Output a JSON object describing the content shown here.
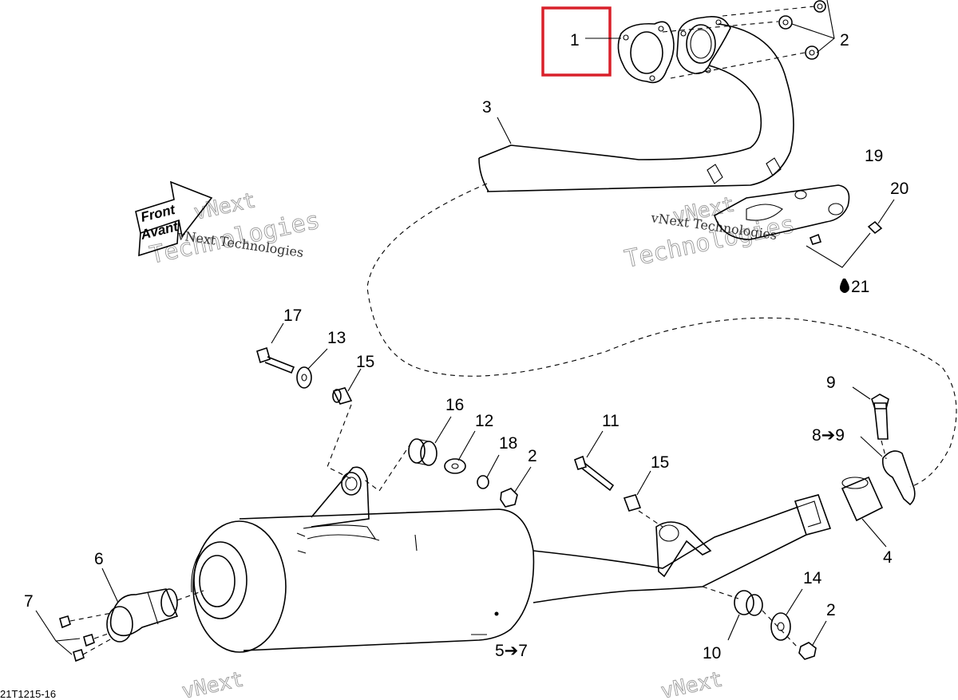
{
  "diagram": {
    "code": "21T1215-16",
    "arrow_front": "Front",
    "arrow_avant": "Avant",
    "watermark_name": "vNext Technologies",
    "watermark_vnext": "vNext",
    "watermark_tech": "Technologies",
    "highlight_color": "#d9202a",
    "labels": {
      "p1": "1",
      "p2a": "2",
      "p2b": "2",
      "p2c": "2",
      "p3": "3",
      "p4": "4",
      "p5": "5➔7",
      "p6": "6",
      "p7": "7",
      "p8": "8➔9",
      "p9": "9",
      "p10": "10",
      "p11": "11",
      "p12": "12",
      "p13": "13",
      "p14": "14",
      "p15a": "15",
      "p15b": "15",
      "p16": "16",
      "p17": "17",
      "p18": "18",
      "p19": "19",
      "p20": "20",
      "p21": "21"
    }
  }
}
